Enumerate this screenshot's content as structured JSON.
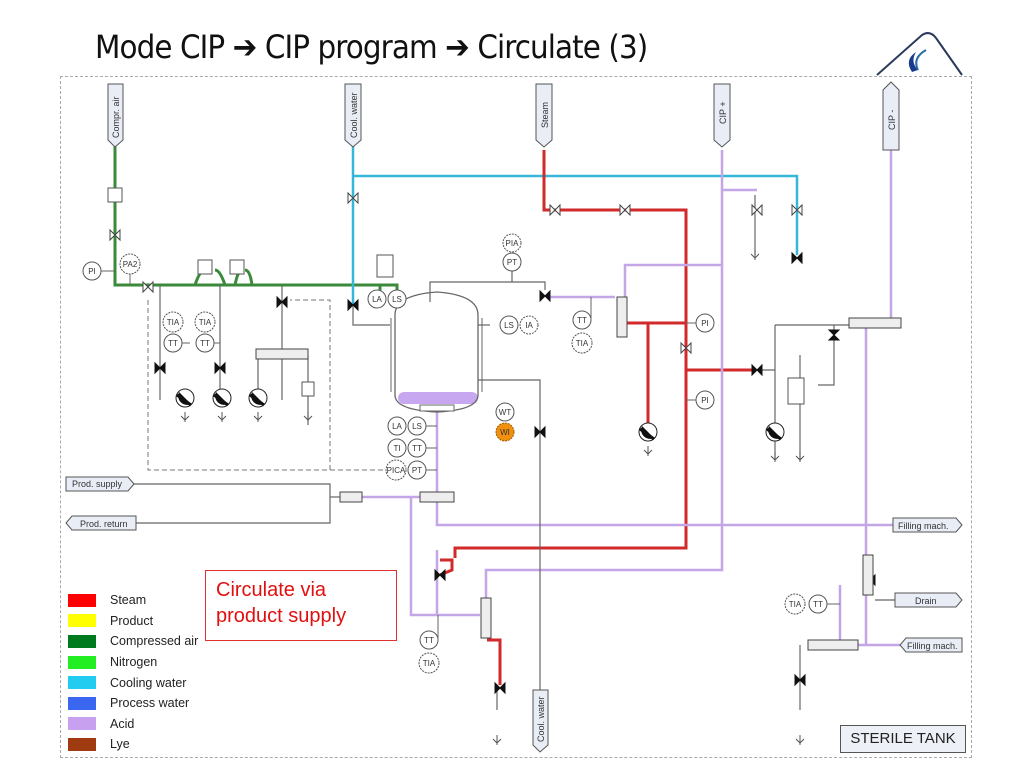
{
  "title": {
    "parts": [
      "Mode CIP",
      "CIP program",
      "Circulate (3)"
    ],
    "separator_icon": "heavy-right-arrow"
  },
  "connectors": {
    "compr_air": "Compr. air",
    "cool_water_top": "Cool. water",
    "steam": "Steam",
    "cip_plus": "CIP +",
    "cip_minus": "CIP -",
    "prod_supply": "Prod. supply",
    "prod_return": "Prod. return",
    "filling_mach_out": "Filling mach.",
    "drain": "Drain",
    "filling_mach_in": "Filling mach.",
    "cool_water_bottom": "Cool. water"
  },
  "instruments": {
    "pi_left": "PI",
    "pa2": "PA2",
    "tia1": "TIA",
    "tt1": "TT",
    "tia2": "TIA",
    "tt2": "TT",
    "la_top": "LA",
    "ls_top": "LS",
    "pia": "PIA",
    "pt_top": "PT",
    "ls_right": "LS",
    "ia_right": "IA",
    "la_bottom": "LA",
    "ls_bottom": "LS",
    "ti": "TI",
    "tt_bottom": "TT",
    "pica": "PICA",
    "pt_bottom": "PT",
    "wt": "WT",
    "wi": "WI",
    "tt_mid": "TT",
    "tia_mid": "TIA",
    "pi_mid1": "PI",
    "pi_mid2": "PI",
    "tt_low": "TT",
    "tia_low": "TIA",
    "tia_right": "TIA",
    "tt_right": "TT"
  },
  "legend": [
    {
      "label": "Steam",
      "color": "#ff0000"
    },
    {
      "label": "Product",
      "color": "#ffff00"
    },
    {
      "label": "Compressed air",
      "color": "#007a1f"
    },
    {
      "label": "Nitrogen",
      "color": "#22ee22"
    },
    {
      "label": "Cooling water",
      "color": "#22ccf0"
    },
    {
      "label": "Process water",
      "color": "#3a66f0"
    },
    {
      "label": "Acid",
      "color": "#c8a0f0"
    },
    {
      "label": "Lye",
      "color": "#a03a10"
    }
  ],
  "callout": {
    "line1": "Circulate via",
    "line2": "product supply"
  },
  "plant_label": "STERILE TANK",
  "colors": {
    "steam": "#d22a2a",
    "compressed_air": "#3a8a3a",
    "cooling_water": "#35b8d8",
    "acid": "#c2a6e6",
    "grey_line": "#555555",
    "wi_fill": "#f0900e"
  }
}
